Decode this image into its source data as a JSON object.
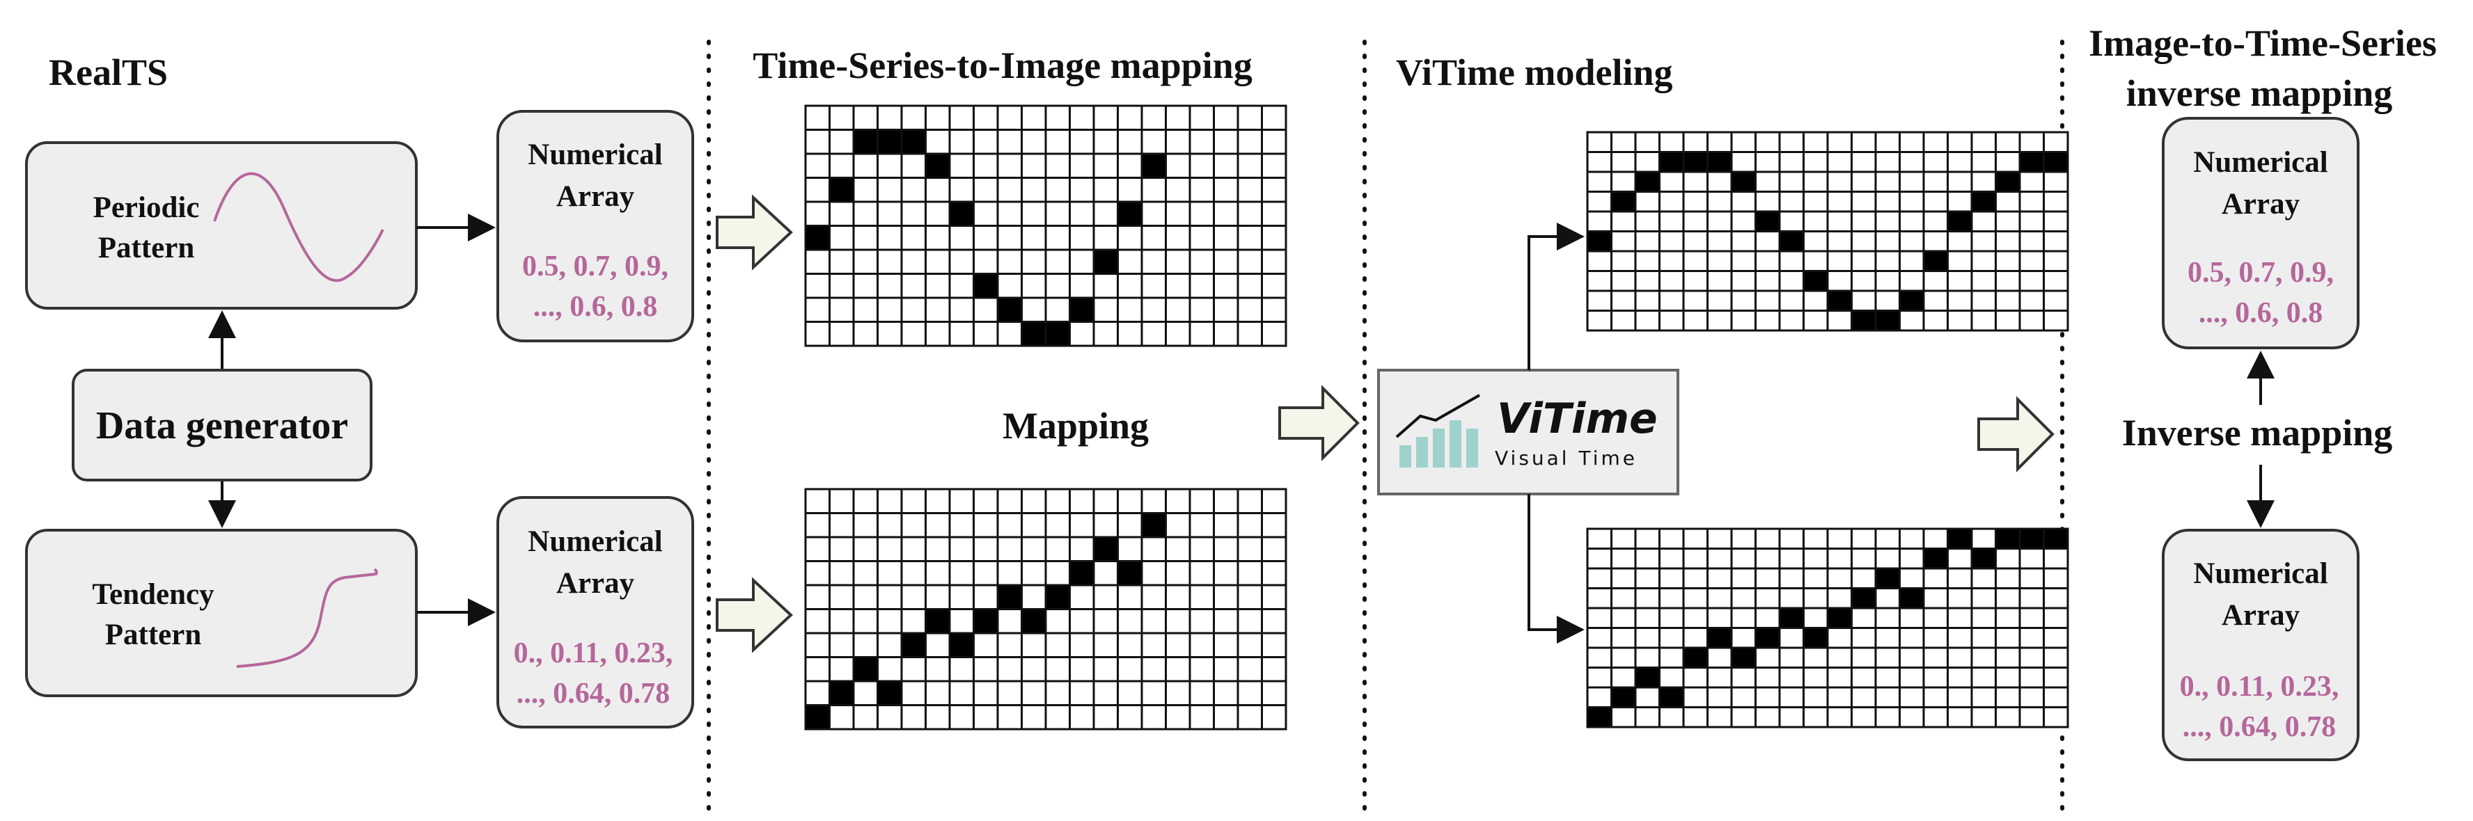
{
  "colors": {
    "box_fill": "#eeeeee",
    "box_stroke": "#333333",
    "value_text": "#b5679a",
    "curve": "#b5679a",
    "arrow_fill": "#f6f5ea",
    "logo_teal": "#9fd2cc",
    "logo_text": "#111111"
  },
  "sections": {
    "realts": "RealTS",
    "ts_to_image": "Time-Series-to-Image mapping",
    "vitime_modeling": "ViTime modeling",
    "inverse_line1": "Image-to-Time-Series",
    "inverse_line2": "inverse mapping"
  },
  "realts": {
    "periodic_line1": "Periodic",
    "periodic_line2": "Pattern",
    "tendency_line1": "Tendency",
    "tendency_line2": "Pattern",
    "generator": "Data generator"
  },
  "arrays": {
    "title_line1": "Numerical",
    "title_line2": "Array",
    "periodic_values_line1": "0.5, 0.7, 0.9,",
    "periodic_values_line2": "..., 0.6, 0.8",
    "tendency_values_line1": "0., 0.11, 0.23,",
    "tendency_values_line2": "..., 0.64, 0.78"
  },
  "labels": {
    "mapping": "Mapping",
    "inverse_mapping": "Inverse mapping"
  },
  "logo": {
    "name": "ViTime",
    "tagline": "Visual Time",
    "icon": "trend-chart-icon"
  },
  "grids": {
    "input_periodic": {
      "rows": 10,
      "cols": 20,
      "black": [
        [
          5,
          0
        ],
        [
          3,
          1
        ],
        [
          1,
          2
        ],
        [
          1,
          3
        ],
        [
          1,
          4
        ],
        [
          2,
          5
        ],
        [
          4,
          6
        ],
        [
          7,
          7
        ],
        [
          8,
          8
        ],
        [
          9,
          9
        ],
        [
          9,
          10
        ],
        [
          8,
          11
        ],
        [
          6,
          12
        ],
        [
          4,
          13
        ],
        [
          2,
          14
        ]
      ]
    },
    "input_tendency": {
      "rows": 10,
      "cols": 20,
      "black": [
        [
          9,
          0
        ],
        [
          8,
          1
        ],
        [
          7,
          2
        ],
        [
          8,
          3
        ],
        [
          6,
          4
        ],
        [
          5,
          5
        ],
        [
          6,
          6
        ],
        [
          5,
          7
        ],
        [
          4,
          8
        ],
        [
          5,
          9
        ],
        [
          4,
          10
        ],
        [
          3,
          11
        ],
        [
          2,
          12
        ],
        [
          3,
          13
        ],
        [
          1,
          14
        ]
      ]
    },
    "output_periodic": {
      "rows": 10,
      "cols": 20,
      "black": [
        [
          5,
          0
        ],
        [
          3,
          1
        ],
        [
          2,
          2
        ],
        [
          1,
          3
        ],
        [
          1,
          4
        ],
        [
          1,
          5
        ],
        [
          2,
          6
        ],
        [
          4,
          7
        ],
        [
          5,
          8
        ],
        [
          7,
          9
        ],
        [
          8,
          10
        ],
        [
          9,
          11
        ],
        [
          9,
          12
        ],
        [
          8,
          13
        ],
        [
          6,
          14
        ],
        [
          4,
          15
        ],
        [
          3,
          16
        ],
        [
          2,
          17
        ],
        [
          1,
          18
        ],
        [
          1,
          19
        ]
      ]
    },
    "output_tendency": {
      "rows": 10,
      "cols": 20,
      "black": [
        [
          9,
          0
        ],
        [
          8,
          1
        ],
        [
          7,
          2
        ],
        [
          8,
          3
        ],
        [
          6,
          4
        ],
        [
          5,
          5
        ],
        [
          6,
          6
        ],
        [
          5,
          7
        ],
        [
          4,
          8
        ],
        [
          5,
          9
        ],
        [
          4,
          10
        ],
        [
          3,
          11
        ],
        [
          2,
          12
        ],
        [
          3,
          13
        ],
        [
          1,
          14
        ],
        [
          0,
          15
        ],
        [
          1,
          16
        ],
        [
          0,
          17
        ],
        [
          0,
          18
        ],
        [
          0,
          19
        ]
      ]
    }
  }
}
